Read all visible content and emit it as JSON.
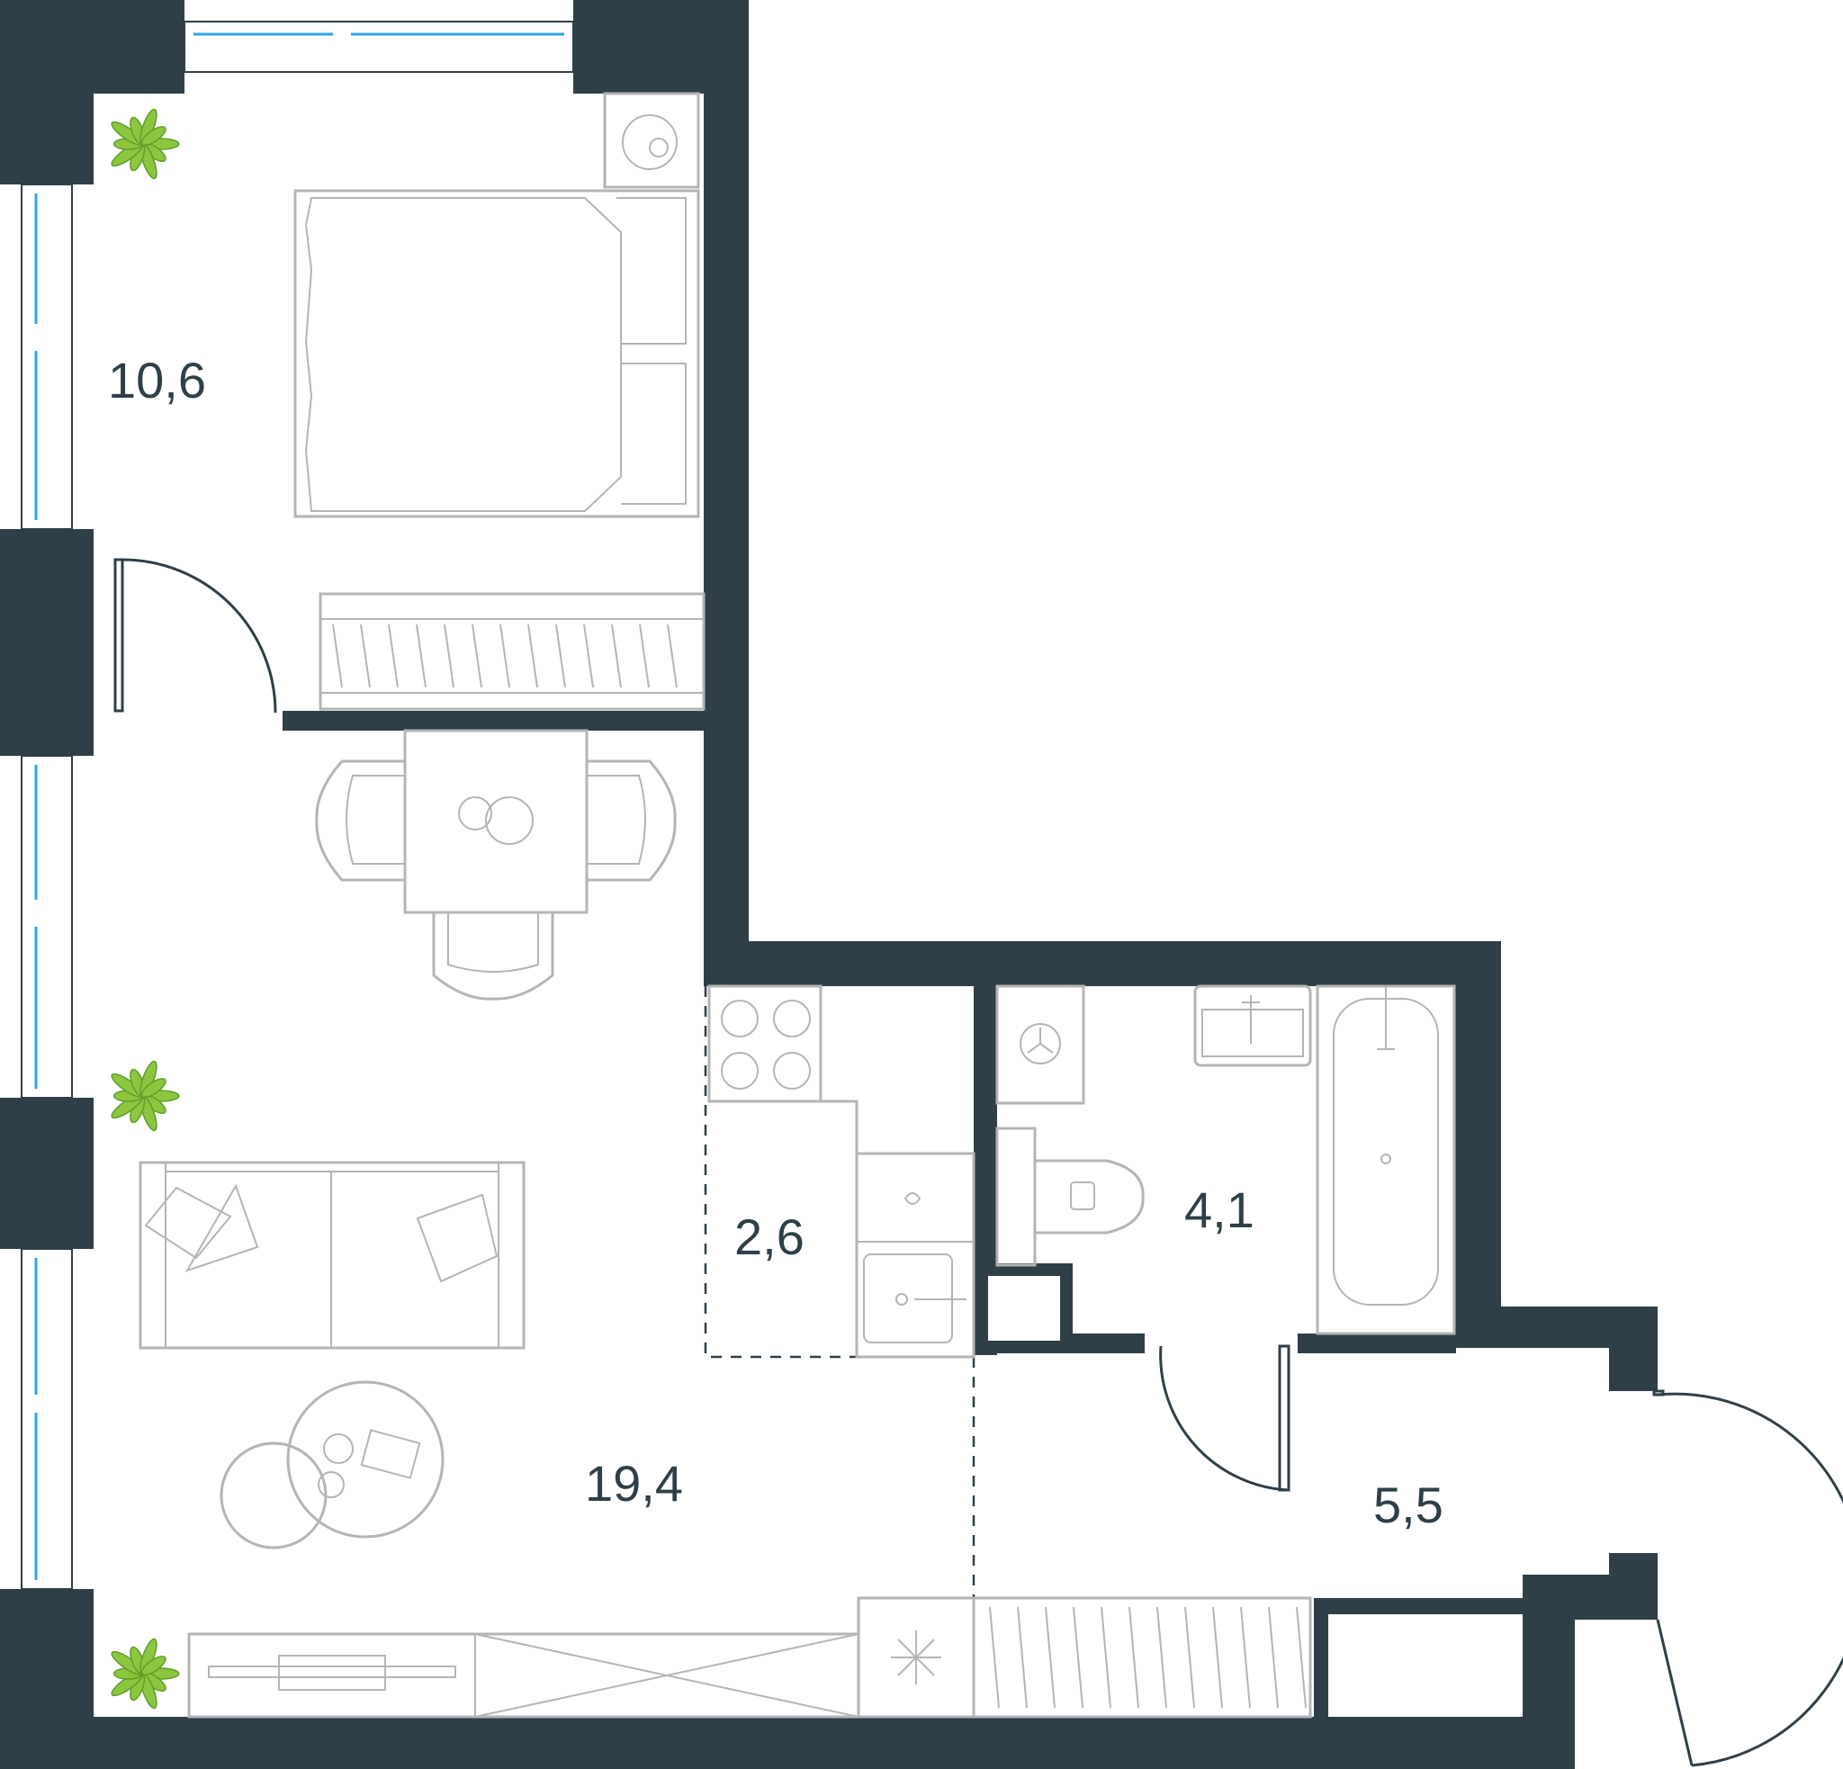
{
  "rooms": [
    {
      "id": "bedroom",
      "area": "10,6"
    },
    {
      "id": "living",
      "area": "19,4"
    },
    {
      "id": "kitchen",
      "area": "2,6"
    },
    {
      "id": "bathroom",
      "area": "4,1"
    },
    {
      "id": "hallway",
      "area": "5,5"
    }
  ],
  "colors": {
    "wall": "#2e3f47",
    "furniture": "#b4b4b4",
    "glass": "#2fa4ea",
    "plant": "#8cc63f",
    "background": "#ffffff"
  },
  "icons": [
    "plant-icon",
    "stove-icon",
    "sink-icon",
    "washing-machine-icon",
    "toilet-icon",
    "bathtub-icon",
    "boiler-icon",
    "bed-icon",
    "sofa-icon",
    "table-icon",
    "chair-icon",
    "wardrobe-icon",
    "tv-stand-icon"
  ]
}
